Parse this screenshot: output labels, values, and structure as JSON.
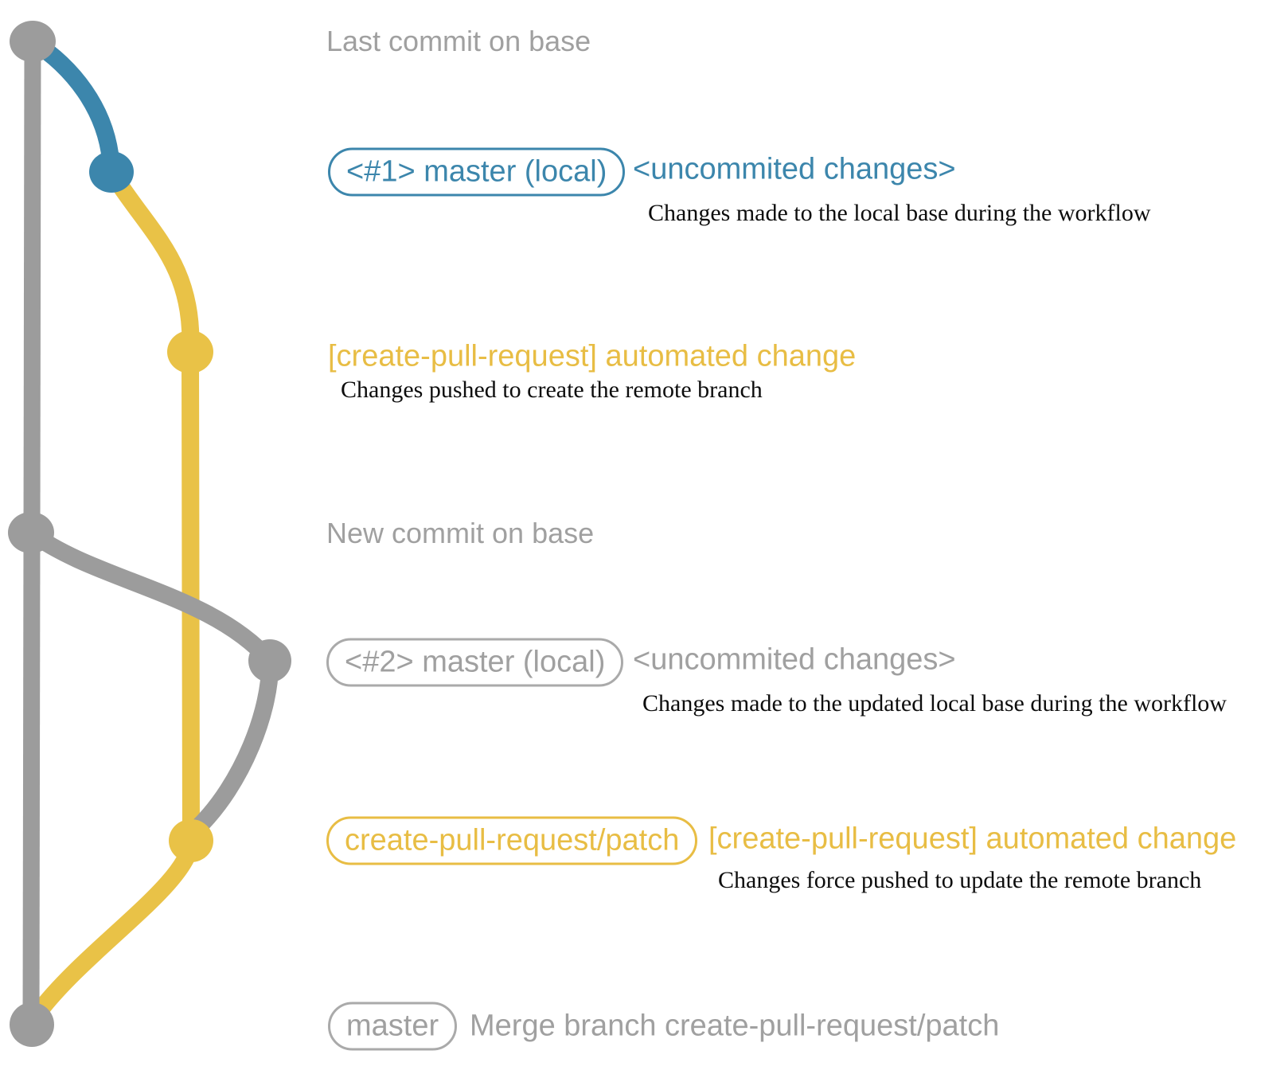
{
  "colors": {
    "blue": "#3c86ac",
    "yellow": "#e9c247",
    "gray_line": "#9c9c9c",
    "gray_text": "#a0a0a0",
    "description_text": "#0d0d0d"
  },
  "graph": {
    "nodes": [
      {
        "id": "last-commit-on-base",
        "color": "#9c9c9c"
      },
      {
        "id": "local-master-1",
        "color": "#3c86ac"
      },
      {
        "id": "create-pull-request-push-1",
        "color": "#e9c247"
      },
      {
        "id": "new-commit-on-base",
        "color": "#9c9c9c"
      },
      {
        "id": "local-master-2",
        "color": "#9c9c9c"
      },
      {
        "id": "create-pull-request-push-2",
        "color": "#e9c247"
      },
      {
        "id": "merge-commit",
        "color": "#9c9c9c"
      }
    ]
  },
  "rows": {
    "last_commit": {
      "label": "Last commit on base"
    },
    "local1": {
      "badge": "<#1> master (local)",
      "note": "<uncommited changes>",
      "desc": "Changes made to the local base during the workflow"
    },
    "push1": {
      "title": "[create-pull-request] automated change",
      "desc": "Changes pushed to create the remote branch"
    },
    "new_commit": {
      "label": "New commit on base"
    },
    "local2": {
      "badge": "<#2> master (local)",
      "note": "<uncommited changes>",
      "desc": "Changes made to the updated local base during the workflow"
    },
    "push2": {
      "badge": "create-pull-request/patch",
      "title": "[create-pull-request] automated change",
      "desc": "Changes force pushed to update the remote branch"
    },
    "merge": {
      "badge": "master",
      "note": "Merge branch create-pull-request/patch"
    }
  }
}
